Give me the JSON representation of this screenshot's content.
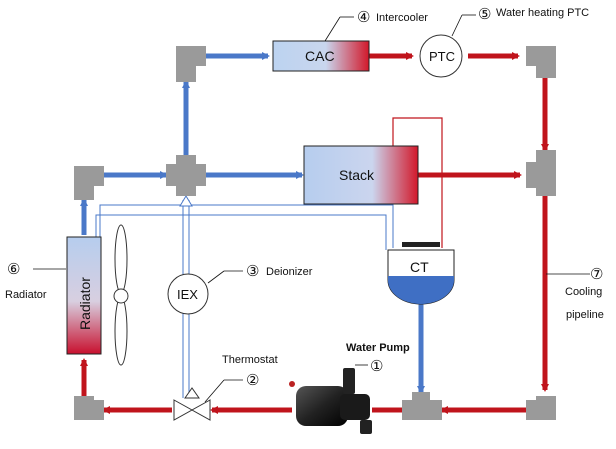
{
  "components": {
    "cac": {
      "label": "CAC",
      "num": "④",
      "name": "Intercooler"
    },
    "ptc": {
      "label": "PTC",
      "num": "⑤",
      "name": "Water heating PTC"
    },
    "stack": {
      "label": "Stack"
    },
    "ct": {
      "label": "CT"
    },
    "iex": {
      "label": "IEX",
      "num": "③",
      "name": "Deionizer"
    },
    "radiator": {
      "label": "Radiator",
      "num": "⑥",
      "name": "Radiator"
    },
    "thermostat": {
      "num": "②",
      "name": "Thermostat"
    },
    "pump": {
      "num": "①",
      "name": "Water Pump"
    },
    "pipeline": {
      "num": "⑦",
      "name_line1": "Cooling",
      "name_line2": "pipeline"
    }
  },
  "colors": {
    "hot": "#c0141c",
    "cold": "#4a78c8",
    "connector": "#9a9a9a",
    "tank_water": "#3f6fc4"
  }
}
